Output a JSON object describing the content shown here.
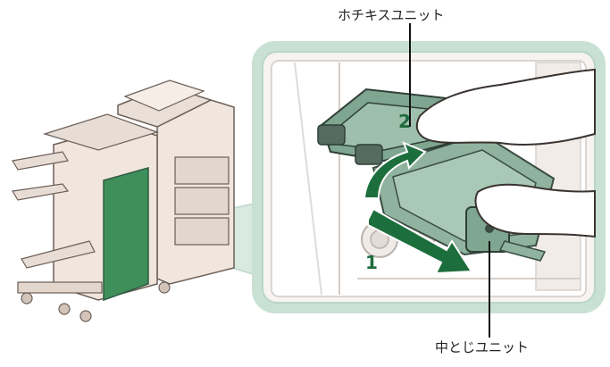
{
  "labels": {
    "staple_unit": "ホチキスユニット",
    "saddle_unit": "中とじユニット"
  },
  "steps": {
    "step1": "1",
    "step2": "2"
  },
  "colors": {
    "panel_border": "#c9e1d4",
    "accent_green": "#3f8f5b",
    "arrow_green": "#1c6e3c",
    "machine_light": "#f1e6dd",
    "machine_mid": "#d9c9bd",
    "outline": "#6b5f58"
  }
}
